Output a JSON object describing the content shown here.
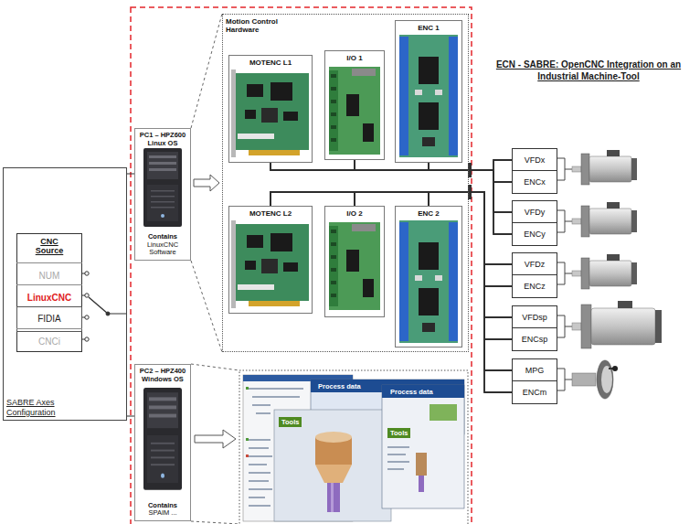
{
  "diagram": {
    "title": "ECN - SABRE: OpenCNC Integration on an Industrial Machine-Tool",
    "nodes": [
      {
        "text": [
          "SABRE Axes Configuration"
        ]
      },
      {
        "text": [
          "CNC Source"
        ],
        "in": 0
      },
      {
        "text": [
          "NUM"
        ],
        "in": 1
      },
      {
        "text": [
          "LinuxCNC"
        ],
        "in": 1
      },
      {
        "text": [
          "FIDIA"
        ],
        "in": 1
      },
      {
        "text": [
          "CNCi"
        ],
        "in": 1
      },
      {
        "text": [
          "PC1 – HPZ600 Linux OS",
          "Contains",
          "LinuxCNC Software"
        ]
      },
      {
        "text": [
          "Motion Control Hardware"
        ]
      },
      {
        "text": [
          "MOTENC L1"
        ],
        "in": 7
      },
      {
        "text": [
          "I/O 1"
        ],
        "in": 7
      },
      {
        "text": [
          "ENC 1"
        ],
        "in": 7
      },
      {
        "text": [
          "MOTENC L2"
        ],
        "in": 7
      },
      {
        "text": [
          "I/O 2"
        ],
        "in": 7
      },
      {
        "text": [
          "ENC 2"
        ],
        "in": 7
      },
      {
        "text": [
          "PC2 – HPZ400 Windows OS",
          "Contains",
          "SPAIM ..."
        ]
      },
      {
        "text": [
          "VFDx"
        ]
      },
      {
        "text": [
          "ENCx"
        ]
      },
      {
        "text": [
          "VFDy"
        ]
      },
      {
        "text": [
          "ENCy"
        ]
      },
      {
        "text": [
          "VFDz"
        ]
      },
      {
        "text": [
          "ENCz"
        ]
      },
      {
        "text": [
          "VFDsp"
        ]
      },
      {
        "text": [
          "ENCsp"
        ]
      },
      {
        "text": [
          "MPG"
        ]
      },
      {
        "text": [
          "ENCm"
        ]
      }
    ],
    "edges": [
      {
        "from": 0,
        "to": 6,
        "arrow": "none"
      },
      {
        "from": 0,
        "to": 14,
        "arrow": "none"
      },
      {
        "from": 6,
        "to": 7,
        "arrow": "to"
      },
      {
        "from": 8,
        "to": 15,
        "arrow": "none"
      },
      {
        "from": 8,
        "to": 16,
        "arrow": "none"
      },
      {
        "from": 8,
        "to": 17,
        "arrow": "none"
      },
      {
        "from": 8,
        "to": 18,
        "arrow": "none"
      },
      {
        "from": 9,
        "to": 15,
        "arrow": "none"
      },
      {
        "from": 9,
        "to": 16,
        "arrow": "none"
      },
      {
        "from": 9,
        "to": 17,
        "arrow": "none"
      },
      {
        "from": 9,
        "to": 18,
        "arrow": "none"
      },
      {
        "from": 10,
        "to": 15,
        "arrow": "none"
      },
      {
        "from": 10,
        "to": 16,
        "arrow": "none"
      },
      {
        "from": 10,
        "to": 17,
        "arrow": "none"
      },
      {
        "from": 10,
        "to": 18,
        "arrow": "none"
      },
      {
        "from": 11,
        "to": 19,
        "arrow": "none"
      },
      {
        "from": 11,
        "to": 20,
        "arrow": "none"
      },
      {
        "from": 11,
        "to": 21,
        "arrow": "none"
      },
      {
        "from": 11,
        "to": 22,
        "arrow": "none"
      },
      {
        "from": 11,
        "to": 23,
        "arrow": "none"
      },
      {
        "from": 11,
        "to": 24,
        "arrow": "none"
      },
      {
        "from": 12,
        "to": 19,
        "arrow": "none"
      },
      {
        "from": 12,
        "to": 20,
        "arrow": "none"
      },
      {
        "from": 12,
        "to": 21,
        "arrow": "none"
      },
      {
        "from": 12,
        "to": 22,
        "arrow": "none"
      },
      {
        "from": 12,
        "to": 23,
        "arrow": "none"
      },
      {
        "from": 12,
        "to": 24,
        "arrow": "none"
      },
      {
        "from": 13,
        "to": 19,
        "arrow": "none"
      },
      {
        "from": 13,
        "to": 20,
        "arrow": "none"
      },
      {
        "from": 13,
        "to": 21,
        "arrow": "none"
      },
      {
        "from": 13,
        "to": 22,
        "arrow": "none"
      },
      {
        "from": 13,
        "to": 23,
        "arrow": "none"
      },
      {
        "from": 13,
        "to": 24,
        "arrow": "none"
      }
    ],
    "labels": [
      "Process data",
      "Process data",
      "Tools",
      "Tools"
    ]
  }
}
